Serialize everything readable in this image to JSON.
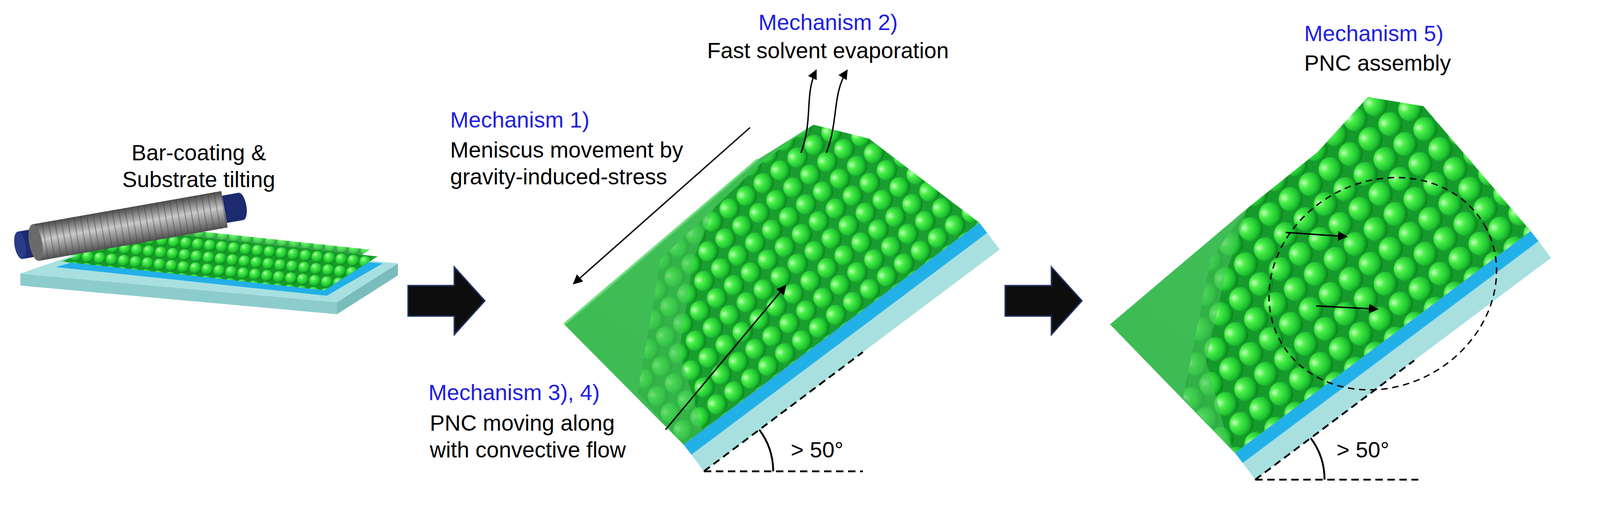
{
  "diagram": {
    "labels": [
      "Bar-coating & Substrate tilting",
      "Mechanism 1)",
      "Meniscus movement by gravity-induced-stress",
      "Mechanism 2)",
      "Fast solvent evaporation",
      "Mechanism 3), 4)",
      "PNC moving along with convective flow",
      "> 50°",
      "Mechanism 5)",
      "PNC assembly",
      "> 50°"
    ]
  }
}
